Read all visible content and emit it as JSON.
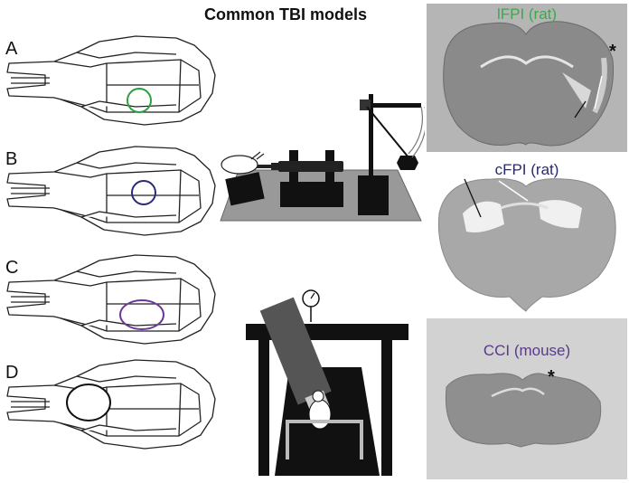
{
  "title": "Common TBI models",
  "panels": [
    {
      "letter": "A",
      "craniotomy_color": "#2aa040"
    },
    {
      "letter": "B",
      "craniotomy_color": "#2a2a7a"
    },
    {
      "letter": "C",
      "craniotomy_color": "#6a3a9a"
    },
    {
      "letter": "D",
      "craniotomy_color": "#111111"
    }
  ],
  "brain_images": [
    {
      "label": "lFPI (rat)",
      "label_color": "#3aaa4a",
      "marker": "*"
    },
    {
      "label": "cFPI (rat)",
      "label_color": "#2a2a6a",
      "marker": ""
    },
    {
      "label": "CCI (mouse)",
      "label_color": "#5a3a8a",
      "marker": "*"
    }
  ]
}
